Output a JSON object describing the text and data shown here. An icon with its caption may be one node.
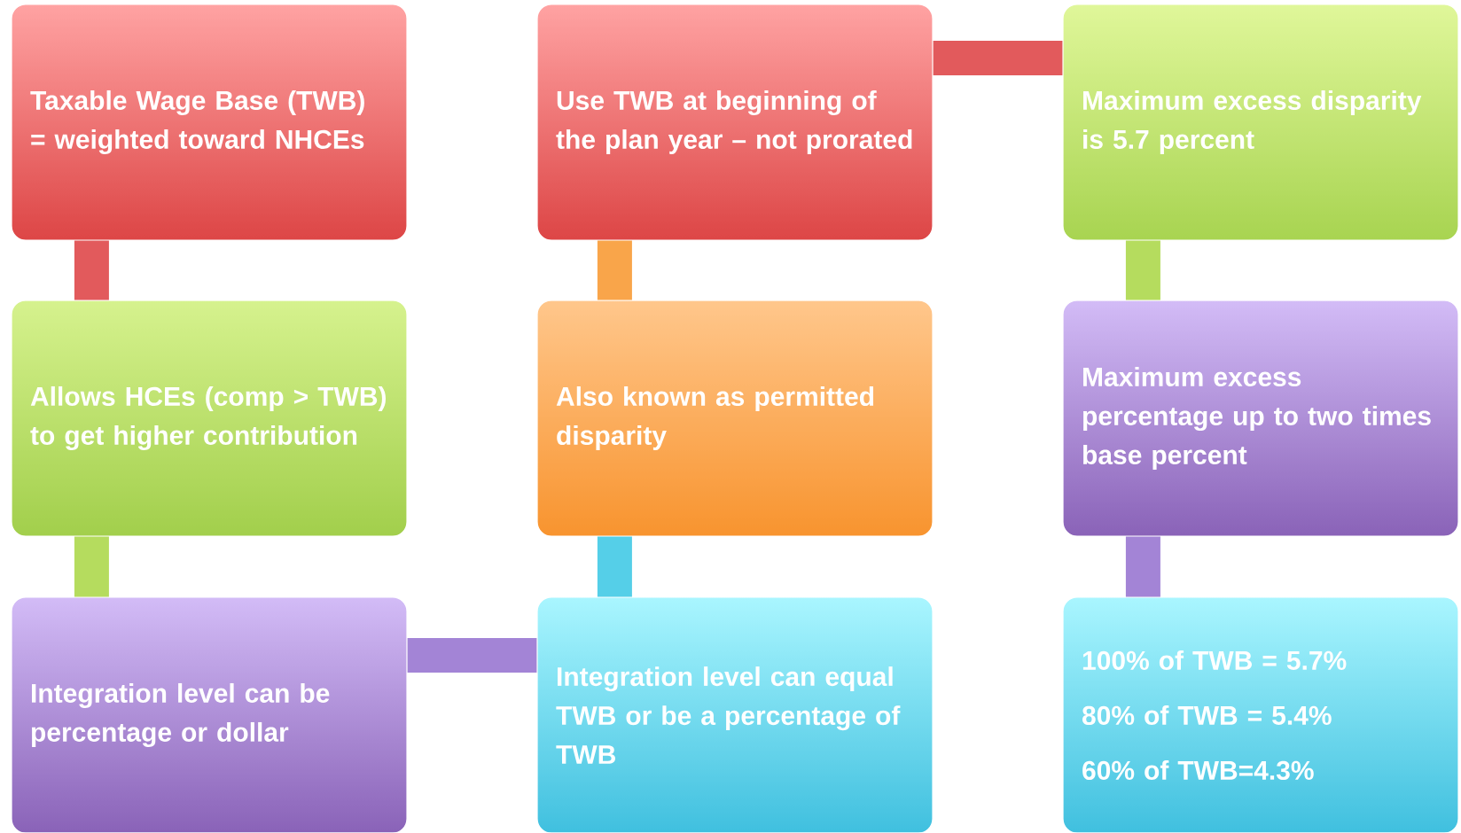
{
  "diagram": {
    "nodes": [
      {
        "text": [
          "Taxable Wage Base (TWB) = weighted toward NHCEs"
        ]
      },
      {
        "text": [
          "Allows HCEs (comp > TWB) to get higher contribution"
        ]
      },
      {
        "text": [
          "Integration level can be percentage or dollar"
        ]
      },
      {
        "text": [
          "Integration level can equal TWB or be a percentage of TWB"
        ]
      },
      {
        "text": [
          "Also known as permitted disparity"
        ]
      },
      {
        "text": [
          "Use TWB at beginning of the plan year – not prorated"
        ]
      },
      {
        "text": [
          "Maximum excess disparity is 5.7 percent"
        ]
      },
      {
        "text": [
          "Maximum excess percentage up to two times base percent"
        ]
      },
      {
        "text": [
          "100% of TWB = 5.7%",
          "80% of TWB = 5.4%",
          "60% of TWB=4.3%"
        ]
      }
    ],
    "edges": [
      {
        "from": 0,
        "to": 1,
        "arrow": "none",
        "color": "#e25a5c"
      },
      {
        "from": 1,
        "to": 2,
        "arrow": "none",
        "color": "#b5dc5e"
      },
      {
        "from": 2,
        "to": 3,
        "arrow": "none",
        "color": "#a384d6"
      },
      {
        "from": 3,
        "to": 4,
        "arrow": "none",
        "color": "#55cfe8"
      },
      {
        "from": 4,
        "to": 5,
        "arrow": "none",
        "color": "#f9a54a"
      },
      {
        "from": 5,
        "to": 6,
        "arrow": "none",
        "color": "#e25a5c"
      },
      {
        "from": 6,
        "to": 7,
        "arrow": "none",
        "color": "#b5dc5e"
      },
      {
        "from": 7,
        "to": 8,
        "arrow": "none",
        "color": "#a384d6"
      }
    ]
  }
}
